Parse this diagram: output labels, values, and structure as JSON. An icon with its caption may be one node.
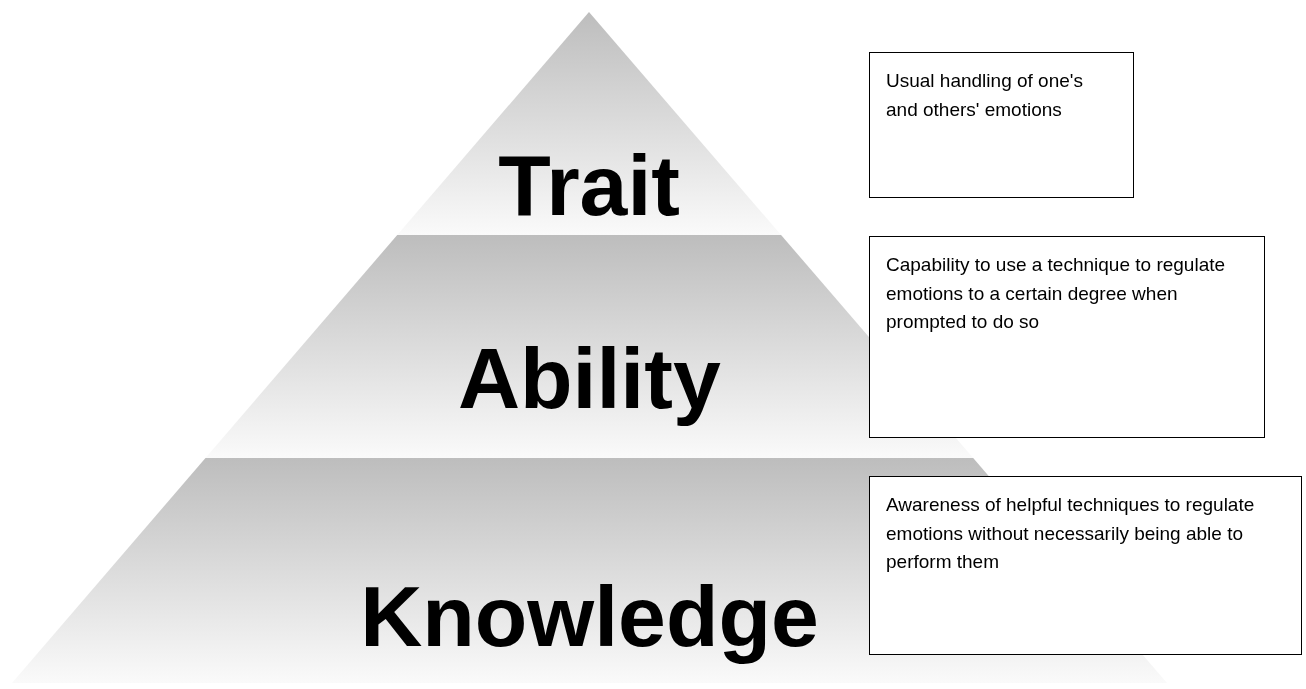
{
  "diagram": {
    "nodes": [
      {
        "text": [
          "Trait"
        ]
      },
      {
        "text": [
          "Ability"
        ]
      },
      {
        "text": [
          "Knowledge"
        ]
      },
      {
        "text": [
          "Usual handling of one's and others' emotions"
        ]
      },
      {
        "text": [
          "Capability to use a technique to regulate emotions to a certain degree when prompted to do so"
        ]
      },
      {
        "text": [
          "Awareness of helpful techniques to regulate emotions without necessarily being able to perform them"
        ]
      }
    ]
  }
}
